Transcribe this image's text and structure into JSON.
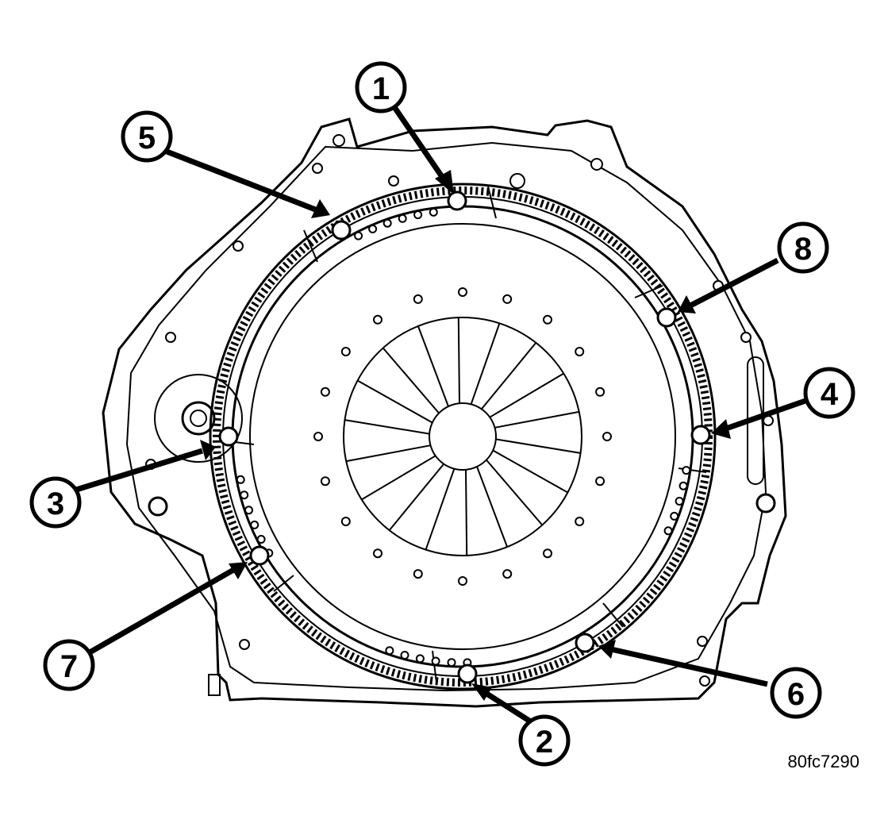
{
  "figure_code": "80fc7290",
  "callouts": [
    {
      "label": "1"
    },
    {
      "label": "2"
    },
    {
      "label": "3"
    },
    {
      "label": "4"
    },
    {
      "label": "5"
    },
    {
      "label": "6"
    },
    {
      "label": "7"
    },
    {
      "label": "8"
    }
  ],
  "colors": {
    "line": "#000000",
    "background": "#ffffff"
  }
}
